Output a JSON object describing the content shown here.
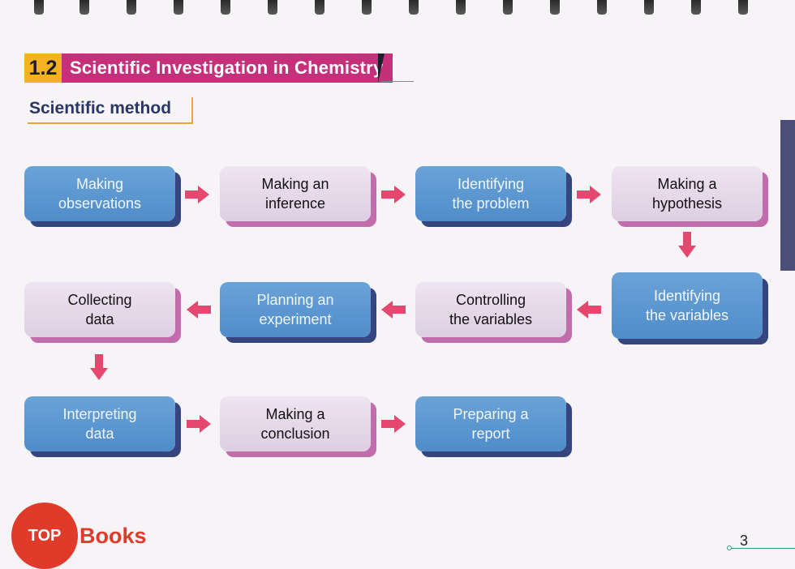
{
  "section": {
    "number": "1.2",
    "title": "Scientific Investigation in Chemistry",
    "subtitle": "Scientific method"
  },
  "flow": [
    {
      "label_line1": "Making",
      "label_line2": "observations"
    },
    {
      "label_line1": "Making an",
      "label_line2": "inference"
    },
    {
      "label_line1": "Identifying",
      "label_line2": "the problem"
    },
    {
      "label_line1": "Making a",
      "label_line2": "hypothesis"
    },
    {
      "label_line1": "Identifying",
      "label_line2": "the variables"
    },
    {
      "label_line1": "Controlling",
      "label_line2": "the variables"
    },
    {
      "label_line1": "Planning an",
      "label_line2": "experiment"
    },
    {
      "label_line1": "Collecting",
      "label_line2": "data"
    },
    {
      "label_line1": "Interpreting",
      "label_line2": "data"
    },
    {
      "label_line1": "Making a",
      "label_line2": "conclusion"
    },
    {
      "label_line1": "Preparing a",
      "label_line2": "report"
    }
  ],
  "colors": {
    "arrow": "#e5476e",
    "blue_box": "#5b96d0",
    "pink_box": "#e6dbe9",
    "accent": "#c6307a"
  },
  "watermark": {
    "circle_text": "TOP",
    "text": "Books"
  },
  "page_number": "3"
}
